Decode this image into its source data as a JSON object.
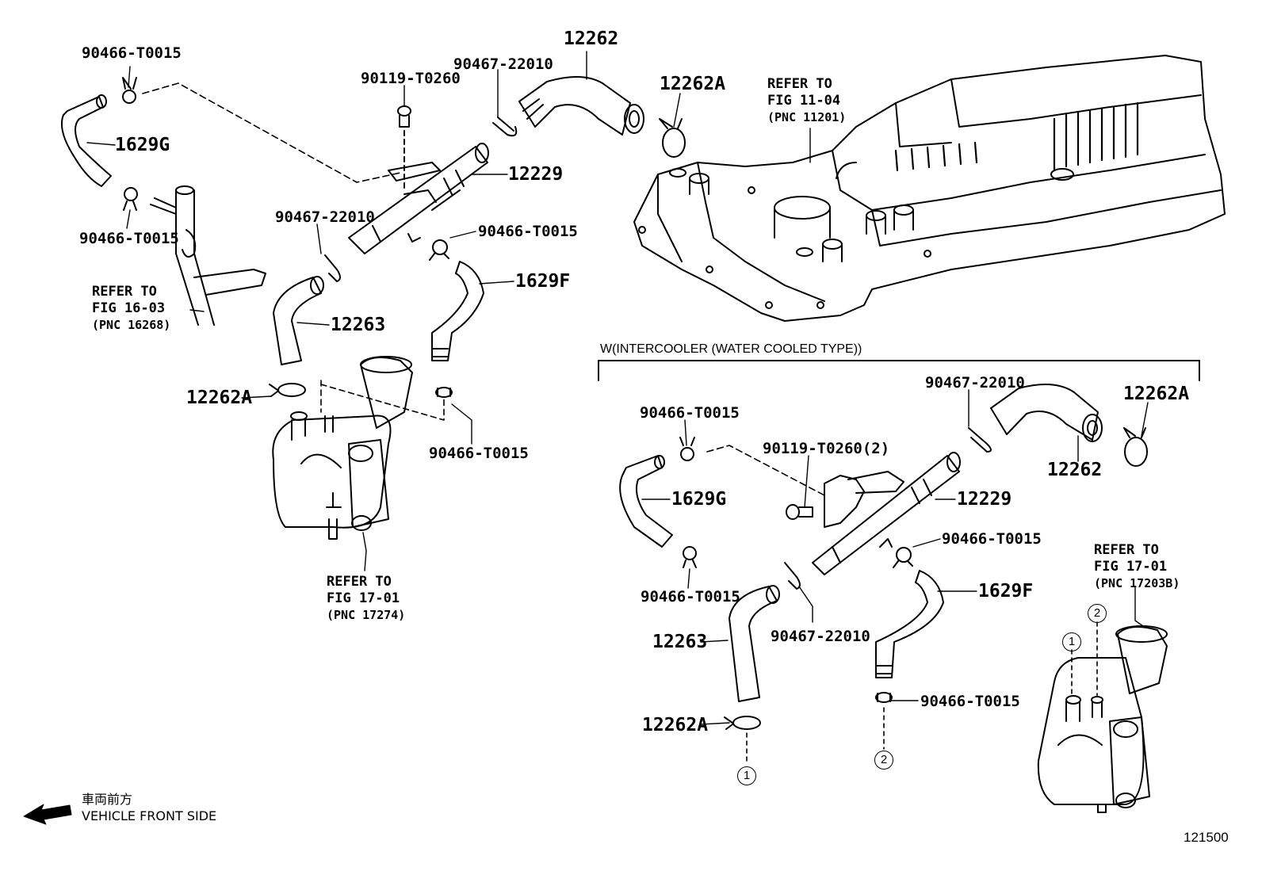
{
  "left": {
    "clamp_top": "90466-T0015",
    "bolt": "90119-T0260",
    "clip_top": "90467-22010",
    "hose_top": "12262",
    "plug_top": "12262A",
    "refer_engine": [
      "REFER TO",
      "FIG 11-04",
      "(PNC 11201)"
    ],
    "hose_g": "1629G",
    "pipe": "12229",
    "clamp_left_lower": "90466-T0015",
    "clip_mid": "90467-22010",
    "clamp_mid": "90466-T0015",
    "hose_f": "1629F",
    "refer_pipe": [
      "REFER TO",
      "FIG 16-03",
      "(PNC 16268)"
    ],
    "hose_bottom": "12263",
    "plug_bottom": "12262A",
    "clamp_bottom": "90466-T0015",
    "refer_housing": [
      "REFER TO",
      "FIG 17-01",
      "(PNC 17274)"
    ]
  },
  "right": {
    "section_title": "W(INTERCOOLER (WATER COOLED TYPE))",
    "clip_top": "90467-22010",
    "plug_top": "12262A",
    "clamp_top": "90466-T0015",
    "bolt": "90119-T0260(2)",
    "hose_top": "12262",
    "hose_g": "1629G",
    "pipe": "12229",
    "clamp_mid": "90466-T0015",
    "clamp_lower": "90466-T0015",
    "hose_f": "1629F",
    "refer_housing": [
      "REFER TO",
      "FIG 17-01",
      "(PNC 17203B)"
    ],
    "hose_bottom": "12263",
    "clip_mid": "90467-22010",
    "clamp_bottom": "90466-T0015",
    "plug_bottom": "12262A",
    "marker_1": "1",
    "marker_2": "2"
  },
  "footer": {
    "front_jp": "車両前方",
    "front_en": "VEHICLE FRONT SIDE",
    "diagram_code": "121500"
  }
}
